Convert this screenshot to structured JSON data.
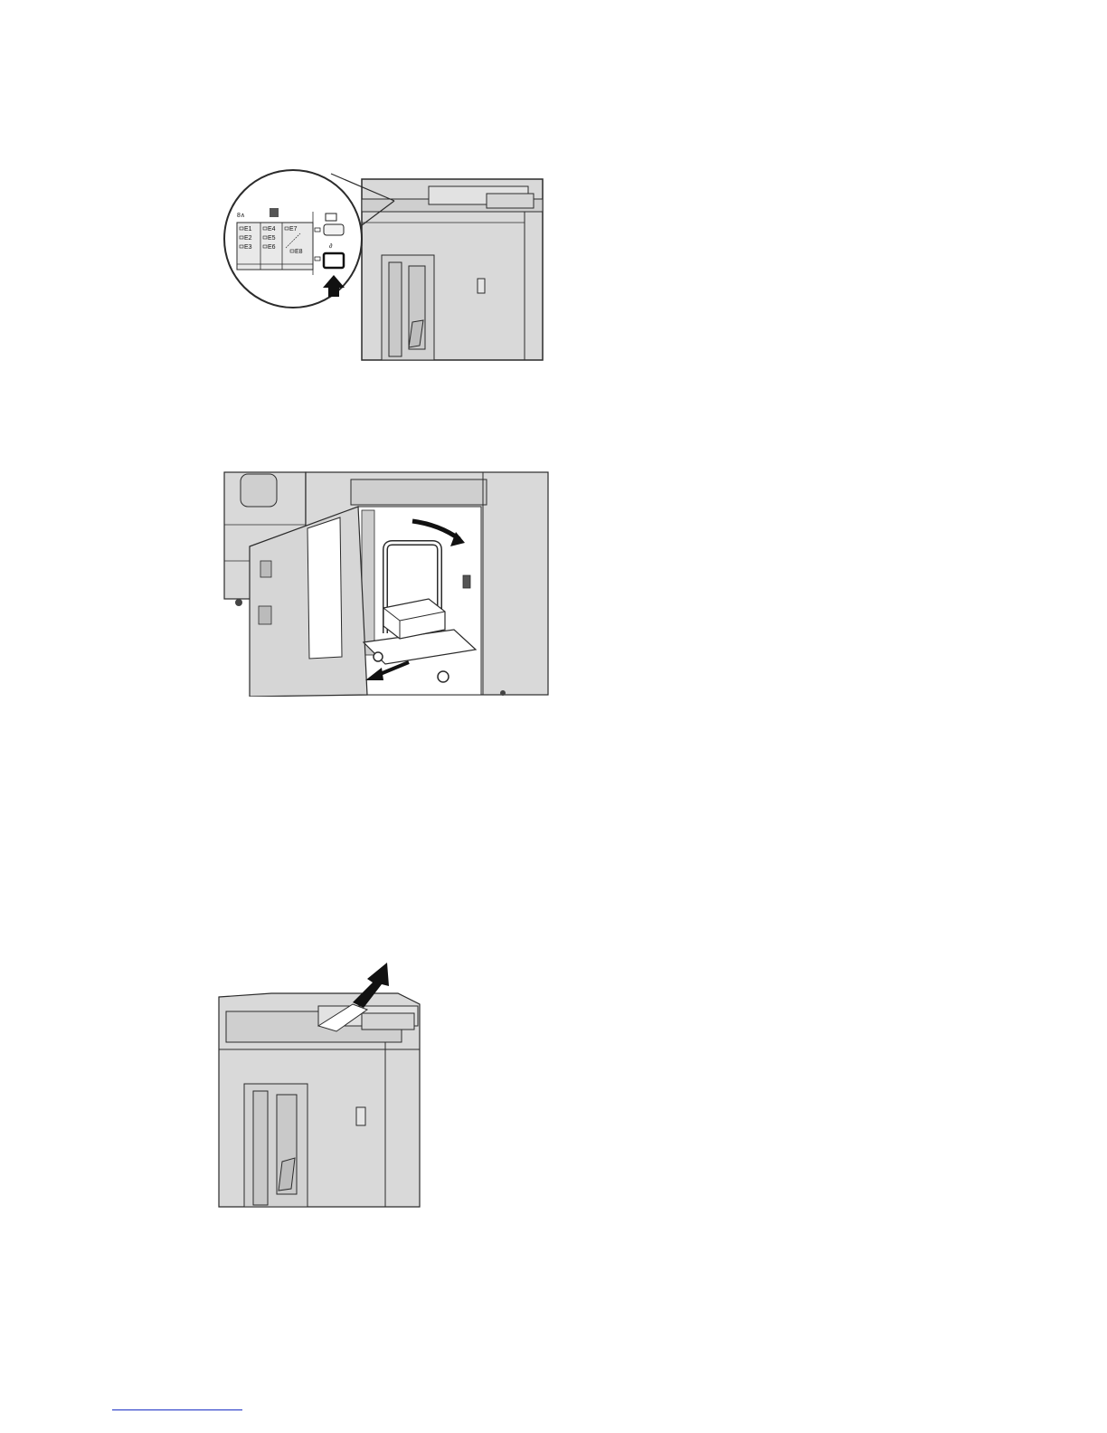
{
  "figures": [
    {
      "id": "fig1",
      "panel": {
        "labels": [
          "E1",
          "E2",
          "E3",
          "E4",
          "E5",
          "E6",
          "E7",
          "E8"
        ]
      }
    },
    {
      "id": "fig2"
    },
    {
      "id": "fig3"
    }
  ],
  "colors": {
    "machine_fill": "#d9d9d9",
    "line": "#2b2b2b",
    "arrow": "#111111",
    "footnote_rule": "#1a2fc4"
  },
  "icons": [
    "panel-zoom-callout",
    "press-arrow-icon",
    "pull-out-arrow-icon",
    "lift-out-arrow-icon"
  ]
}
